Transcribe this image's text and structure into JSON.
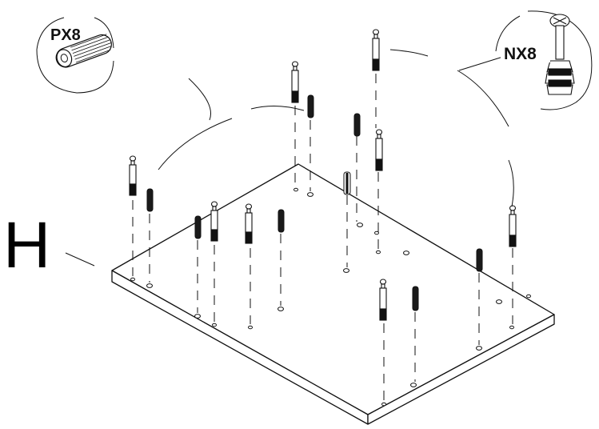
{
  "labels": {
    "panel_letter": "H",
    "dowel_code": "PX8",
    "cam_screw_code": "NX8"
  },
  "colors": {
    "line": "#111111",
    "panel_fill": "#ffffff",
    "dowel_fill": "#1a1a1a",
    "background": "#ffffff"
  },
  "icons": {
    "dowel": "wooden-dowel-icon",
    "cam_screw": "cam-screw-icon"
  }
}
